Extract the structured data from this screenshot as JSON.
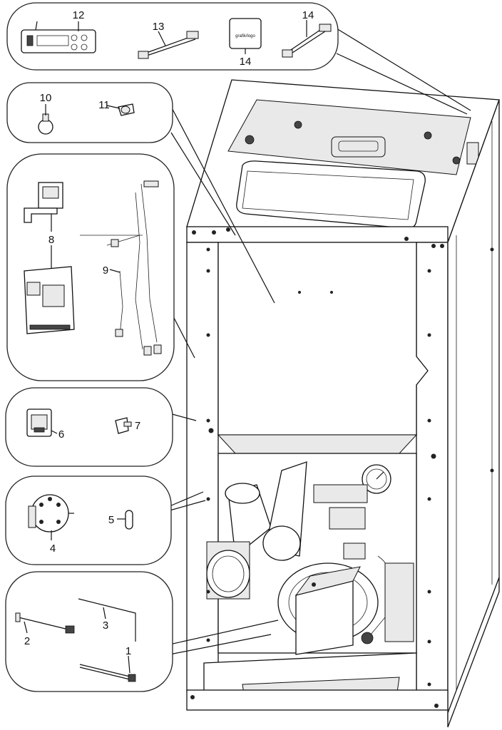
{
  "diagram": {
    "type": "exploded-parts-diagram",
    "colors": {
      "stroke": "#111111",
      "background": "#ffffff",
      "panel": "#e9e9e9"
    },
    "groups": [
      {
        "id": "control-panel-group",
        "parts": [
          "12",
          "13",
          "14",
          "14"
        ]
      },
      {
        "id": "sensors-group",
        "parts": [
          "10",
          "11"
        ]
      },
      {
        "id": "electronics-group",
        "parts": [
          "8",
          "9"
        ]
      },
      {
        "id": "switch-group",
        "parts": [
          "6",
          "7"
        ]
      },
      {
        "id": "pressure-group",
        "parts": [
          "4",
          "5"
        ]
      },
      {
        "id": "probes-group",
        "parts": [
          "1",
          "2",
          "3"
        ]
      }
    ],
    "labels": {
      "p1": "1",
      "p2": "2",
      "p3": "3",
      "p4": "4",
      "p5": "5",
      "p6": "6",
      "p7": "7",
      "p8": "8",
      "p9": "9",
      "p10": "10",
      "p11": "11",
      "p12": "12",
      "p13": "13",
      "p14a": "14",
      "p14b": "14"
    },
    "display_logo_text": "grafik/logo"
  }
}
